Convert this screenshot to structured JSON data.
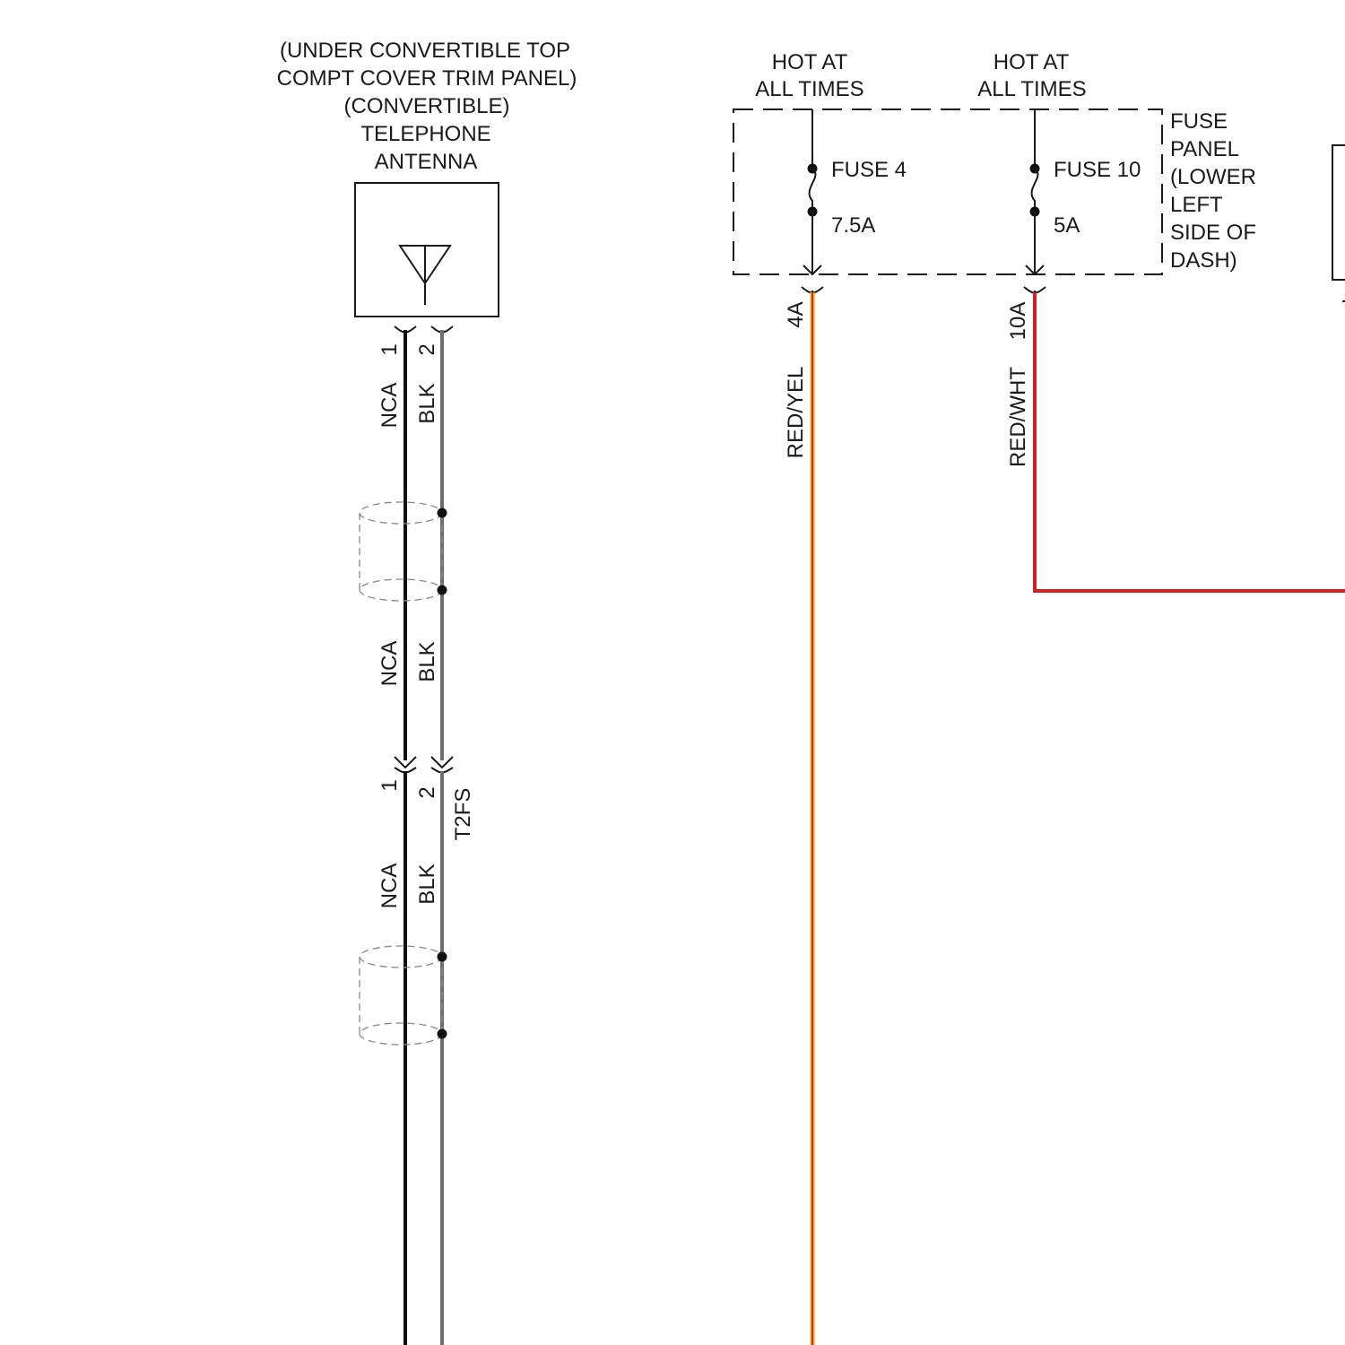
{
  "antenna": {
    "title_lines": [
      "(UNDER CONVERTIBLE TOP",
      "COMPT COVER TRIM PANEL)",
      "(CONVERTIBLE)",
      "TELEPHONE",
      "ANTENNA"
    ],
    "pins": [
      "1",
      "2"
    ]
  },
  "wires_left": {
    "seg1": {
      "left": "NCA",
      "right": "BLK"
    },
    "seg2": {
      "left": "NCA",
      "right": "BLK"
    },
    "seg3": {
      "left": "NCA",
      "right": "BLK"
    }
  },
  "connector_t2fs": {
    "name": "T2FS",
    "pins": [
      "1",
      "2"
    ]
  },
  "fuse_panel": {
    "label_lines": [
      "FUSE",
      "PANEL",
      "(LOWER",
      "LEFT",
      "SIDE OF",
      "DASH)"
    ],
    "hot1_lines": [
      "HOT AT",
      "ALL TIMES"
    ],
    "hot2_lines": [
      "HOT AT",
      "ALL TIMES"
    ],
    "fuse4": {
      "name": "FUSE 4",
      "rating": "7.5A",
      "terminal": "4A",
      "wire_color": "RED/YEL"
    },
    "fuse10": {
      "name": "FUSE 10",
      "rating": "5A",
      "terminal": "10A",
      "wire_color": "RED/WHT"
    }
  },
  "colors": {
    "nca_wire": "#111111",
    "blk_wire": "#6e6e6e",
    "red_yel_outer": "#e8b400",
    "red_yel_inner": "#d42a1a",
    "red_wht": "#d62020"
  }
}
